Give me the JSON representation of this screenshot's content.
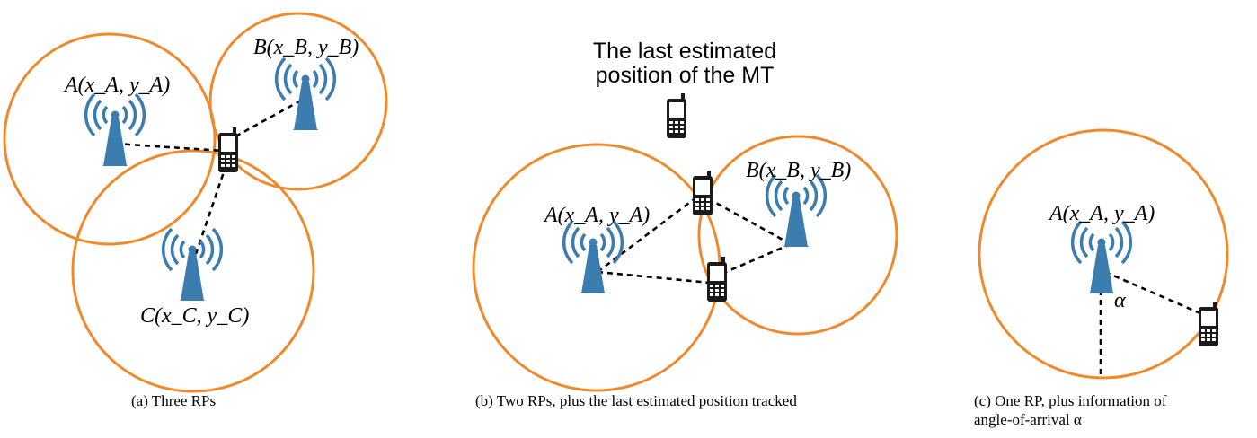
{
  "colors": {
    "range_circle": "#ef8a2c",
    "antenna": "#3a7dae",
    "phone": "#1a1a1a",
    "link": "#000000"
  },
  "icons": {
    "reference_point": "wifi-antenna-icon",
    "mobile_terminal": "mobile-phone-icon"
  },
  "panels": [
    {
      "id": "a",
      "caption": "(a) Three RPs",
      "rp_labels": [
        "A(x_A, y_A)",
        "B(x_B, y_B)",
        "C(x_C, y_C)"
      ]
    },
    {
      "id": "b",
      "caption": "(b) Two RPs, plus the last estimated position tracked",
      "title_lines": [
        "The last estimated",
        "position of the MT"
      ],
      "rp_labels": [
        "A(x_A, y_A)",
        "B(x_B, y_B)"
      ]
    },
    {
      "id": "c",
      "caption_lines": [
        "(c) One RP, plus information of",
        "angle-of-arrival α"
      ],
      "rp_labels": [
        "A(x_A, y_A)"
      ],
      "angle_label": "α"
    }
  ]
}
